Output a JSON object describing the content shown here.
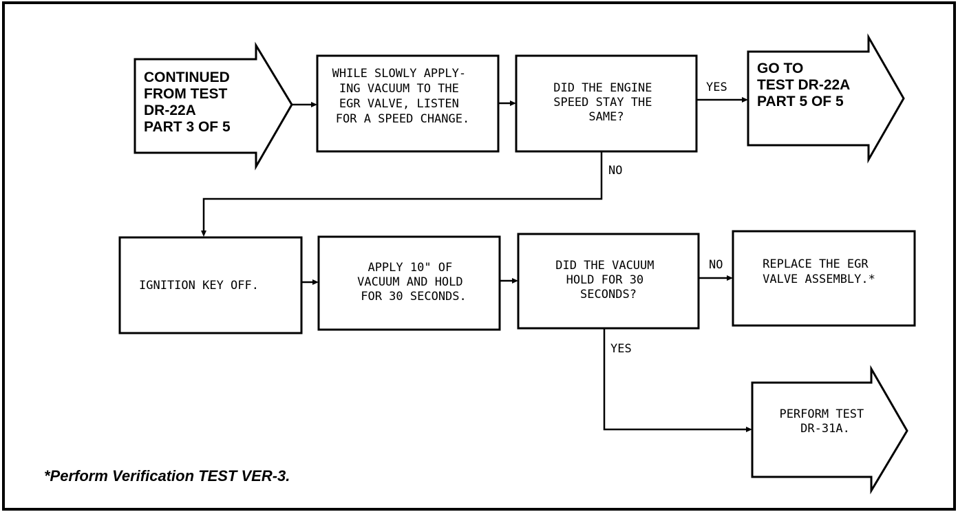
{
  "nodes": {
    "continued": {
      "lines": [
        "CONTINUED",
        "FROM TEST",
        "DR-22A",
        "PART 3 OF 5"
      ]
    },
    "apply_vacuum_listen": {
      "lines": [
        "WHILE SLOWLY APPLY-",
        "ING VACUUM TO THE",
        "EGR VALVE, LISTEN",
        "FOR A SPEED CHANGE."
      ]
    },
    "speed_same": {
      "lines": [
        "DID THE ENGINE",
        "SPEED STAY THE",
        "SAME?"
      ]
    },
    "goto_part5": {
      "lines": [
        "GO TO",
        "TEST DR-22A",
        "PART 5 OF 5"
      ]
    },
    "ignition_off": {
      "lines": [
        "IGNITION KEY OFF."
      ]
    },
    "apply_10": {
      "lines": [
        "APPLY 10\" OF",
        "VACUUM AND HOLD",
        "FOR 30 SECONDS."
      ]
    },
    "vacuum_hold": {
      "lines": [
        "DID THE VACUUM",
        "HOLD FOR 30",
        "SECONDS?"
      ]
    },
    "replace_egr": {
      "lines": [
        "REPLACE THE EGR",
        "VALVE ASSEMBLY.*"
      ]
    },
    "perform_dr31a": {
      "lines": [
        "PERFORM TEST",
        "DR-31A."
      ]
    }
  },
  "edge_labels": {
    "speed_yes": "YES",
    "speed_no": "NO",
    "hold_no": "NO",
    "hold_yes": "YES"
  },
  "footnote": "*Perform Verification TEST VER-3."
}
